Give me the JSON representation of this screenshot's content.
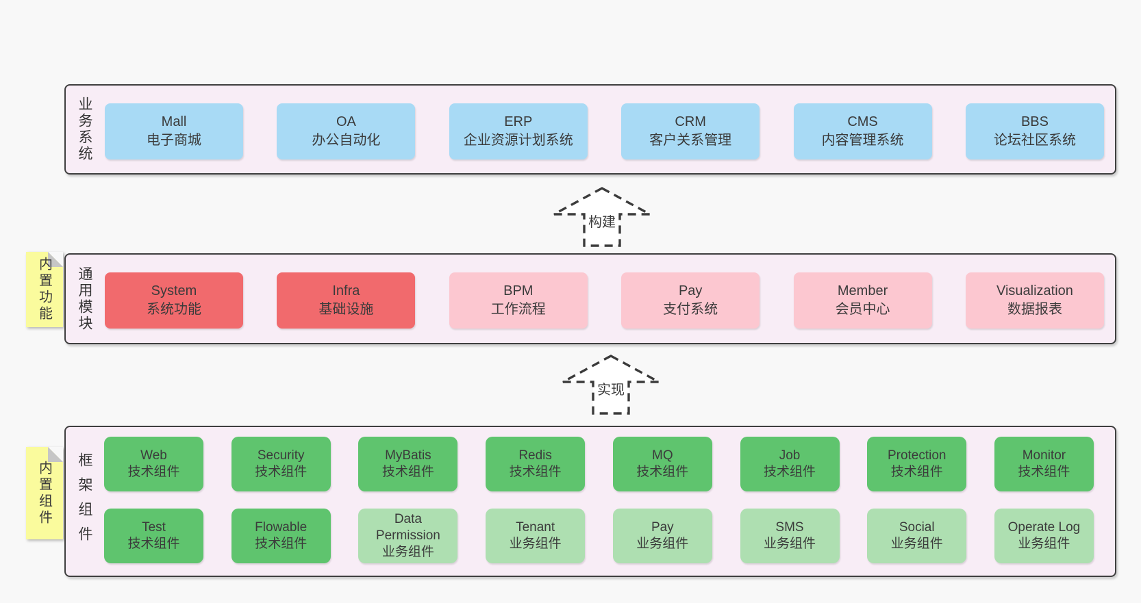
{
  "colors": {
    "page_bg": "#f8f8f8",
    "section_bg": "#f8edf6",
    "section_border": "#3f3f3f",
    "blue_box": "#a8daf5",
    "red_box": "#f16a6d",
    "pink_box": "#fcc7d0",
    "green_dark_box": "#5fc46e",
    "green_light_box": "#aedfb1",
    "sticky_note": "#fafb9d",
    "text": "#3b3b3b"
  },
  "arrows": {
    "build": "构建",
    "implement": "实现"
  },
  "sections": {
    "business": {
      "label": "业务系统",
      "boxes": [
        {
          "name": "Mall",
          "desc": "电子商城"
        },
        {
          "name": "OA",
          "desc": "办公自动化"
        },
        {
          "name": "ERP",
          "desc": "企业资源计划系统"
        },
        {
          "name": "CRM",
          "desc": "客户关系管理"
        },
        {
          "name": "CMS",
          "desc": "内容管理系统"
        },
        {
          "name": "BBS",
          "desc": "论坛社区系统"
        }
      ]
    },
    "modules": {
      "label": "通用模块",
      "sticky": "内置功能",
      "boxes": [
        {
          "name": "System",
          "desc": "系统功能",
          "emphasis": true
        },
        {
          "name": "Infra",
          "desc": "基础设施",
          "emphasis": true
        },
        {
          "name": "BPM",
          "desc": "工作流程",
          "emphasis": false
        },
        {
          "name": "Pay",
          "desc": "支付系统",
          "emphasis": false
        },
        {
          "name": "Member",
          "desc": "会员中心",
          "emphasis": false
        },
        {
          "name": "Visualization",
          "desc": "数据报表",
          "emphasis": false
        }
      ]
    },
    "framework": {
      "label": "框架组件",
      "sticky": "内置组件",
      "row1": [
        {
          "name": "Web",
          "desc": "技术组件"
        },
        {
          "name": "Security",
          "desc": "技术组件"
        },
        {
          "name": "MyBatis",
          "desc": "技术组件"
        },
        {
          "name": "Redis",
          "desc": "技术组件"
        },
        {
          "name": "MQ",
          "desc": "技术组件"
        },
        {
          "name": "Job",
          "desc": "技术组件"
        },
        {
          "name": "Protection",
          "desc": "技术组件"
        },
        {
          "name": "Monitor",
          "desc": "技术组件"
        }
      ],
      "row2": [
        {
          "name": "Test",
          "desc": "技术组件",
          "tech": true
        },
        {
          "name": "Flowable",
          "desc": "技术组件",
          "tech": true
        },
        {
          "name": "Data Permission",
          "desc": "业务组件",
          "tech": false
        },
        {
          "name": "Tenant",
          "desc": "业务组件",
          "tech": false
        },
        {
          "name": "Pay",
          "desc": "业务组件",
          "tech": false
        },
        {
          "name": "SMS",
          "desc": "业务组件",
          "tech": false
        },
        {
          "name": "Social",
          "desc": "业务组件",
          "tech": false
        },
        {
          "name": "Operate Log",
          "desc": "业务组件",
          "tech": false
        }
      ]
    }
  }
}
